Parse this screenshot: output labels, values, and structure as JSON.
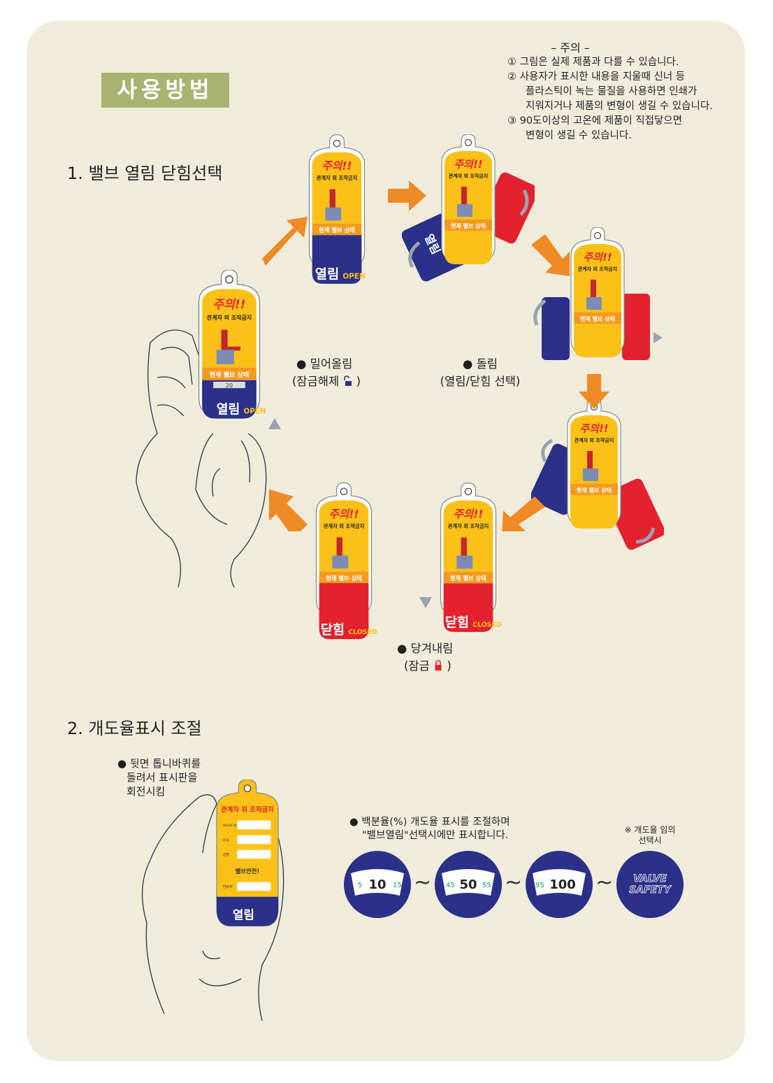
{
  "title": "사용방법",
  "notice": {
    "heading": "– 주의 –",
    "items": [
      "① 그림은 실제 제품과 다를 수 있습니다.",
      "② 사용자가 표시한 내용을 지울때 신너 등",
      "플라스틱이 녹는 물질을 사용하면 인쇄가",
      "지워지거나 제품의 변형이 생길 수 있습니다.",
      "③ 90도이상의 고온에 제품이 직접닿으면",
      "변형이 생길 수 있습니다."
    ]
  },
  "section1": {
    "heading": "1. 밸브 열림 닫힘선택",
    "push_caption": [
      "● 밀어올림",
      "(잠금해제",
      ")"
    ],
    "rotate_caption": [
      "● 돌림",
      "(열림/닫힘 선택)"
    ],
    "pull_caption": [
      "● 당겨내림",
      "(잠금",
      ")"
    ]
  },
  "section2": {
    "heading": "2. 개도율표시 조절",
    "wheel_caption": [
      "● 뒷면 톱니바퀴를",
      "돌려서 표시판을",
      "회전시킴"
    ],
    "percent_caption": [
      "●  백분율(%) 개도율 표시를 조절하며",
      "\"밸브열림\"선택시에만 표시합니다."
    ],
    "random_note": [
      "※ 개도율 임의",
      "선택시"
    ],
    "dials": [
      {
        "low": "5",
        "mid": "10",
        "high": "15"
      },
      {
        "low": "45",
        "mid": "50",
        "high": "55"
      },
      {
        "low": "95",
        "mid": "100",
        "high": ""
      }
    ],
    "safety_dial": [
      "VALVE",
      "SAFETY"
    ],
    "tilde": "~"
  },
  "tag_text": {
    "warning": "주의!!",
    "restricted": "관계자 외 조작금지",
    "open_small": "열림",
    "close_small": "닫힘",
    "status": [
      "현재",
      "밸브",
      "상태"
    ],
    "open_big": "열림",
    "open_en": "OPEN",
    "closed_big": "닫힘",
    "closed_en": "CLOSED",
    "back_restricted": "관계자 외 조작금지",
    "back_fields": [
      "VALVE No.",
      "소속",
      "성명",
      "밸브안전!",
      "연락처"
    ],
    "dial_num": "20"
  },
  "colors": {
    "panel": "#f0ecdc",
    "title_bg": "#a8b372",
    "tag_yellow": "#fbc118",
    "tag_orange": "#f39a1f",
    "open_blue": "#2b3088",
    "closed_red": "#e3222d",
    "arrow": "#f08a24",
    "rotate_arrow": "#9aa3ad"
  }
}
